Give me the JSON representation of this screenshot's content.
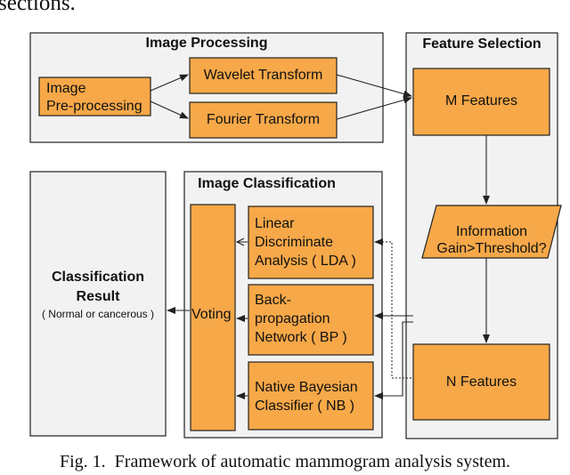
{
  "top_text": "sections.",
  "image_processing": {
    "title": "Image Processing",
    "preprocessing_line1": "Image",
    "preprocessing_line2": "Pre-processing",
    "wavelet": "Wavelet Transform",
    "fourier": "Fourier Transform"
  },
  "feature_selection": {
    "title": "Feature Selection",
    "m_features": "M Features",
    "decision_line1": "Information",
    "decision_line2": "Gain>Threshold?",
    "n_features": "N Features"
  },
  "image_classification": {
    "title": "Image Classification",
    "voting": "Voting",
    "lda": [
      "Linear",
      "Discriminate",
      "Analysis ( LDA )"
    ],
    "bp": [
      "Back-",
      "propagation",
      "Network ( BP )"
    ],
    "nb": [
      "Native Bayesian",
      "Classifier ( NB )"
    ]
  },
  "result": {
    "title_line1": "Classification",
    "title_line2": "Result",
    "subtitle": "( Normal or cancerous )"
  },
  "caption": "Fig. 1.  Framework of automatic mammogram analysis system.",
  "colors": {
    "box_fill": "#f7a848",
    "panel_fill": "#f2f2f2",
    "stroke": "#222222"
  }
}
